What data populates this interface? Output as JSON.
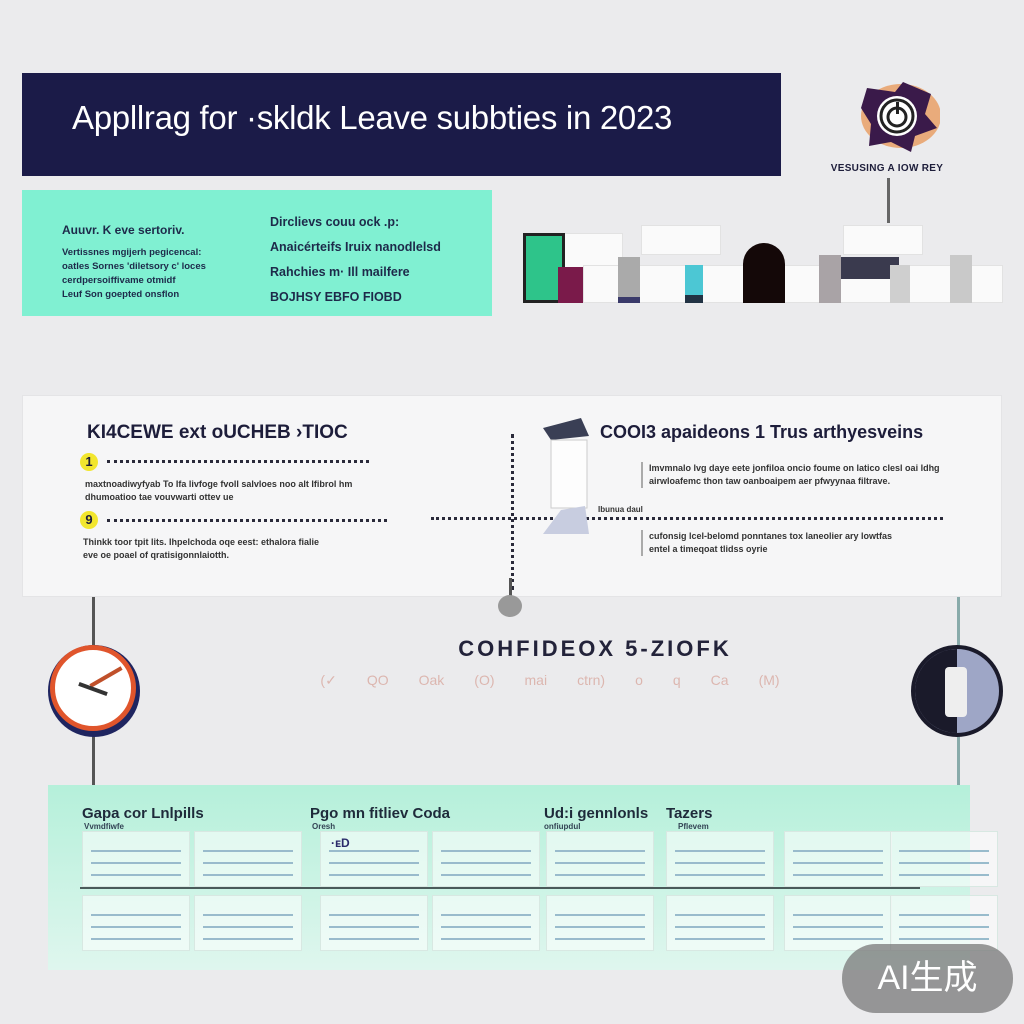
{
  "header": {
    "title": "Appllrag for ·skldk Leave subbties in 2023"
  },
  "logo": {
    "caption": "VESUSING A IOW REY",
    "colors": {
      "primary": "#3a1a4a",
      "accent": "#e8904a"
    }
  },
  "intro_panel": {
    "left_heading": "Auuvr. K eve sertoriv.",
    "left_lines": [
      "Vertissnes mgijerh pegicencal:",
      "oatles Sornes 'diletsory c' loces",
      "cerdpersoiffivame otmidf",
      "Leuf Son goepted onsflon"
    ],
    "right_lines": [
      "Dirclievs couu ock .p:",
      "Anaicérteifs Iruix nanodlelsd",
      "Rahchies m· Ill mailfere",
      "BOJHSY EBFO FIOBD"
    ]
  },
  "left_section": {
    "title": "KI4CEWE ext oUCHEB ›TIOC",
    "steps": [
      {
        "number": "1",
        "text": [
          "maxtnoadiwyfyab To Ifa livfoge fvoll salvloes noo alt Ifibrol hm",
          "dhumoatioo tae vouvwarti ottev ue"
        ]
      },
      {
        "number": "9",
        "text": [
          "Thinkk toor tpit lits. Ihpelchoda oqe eest: ethalora fialie",
          "eve oe poael of qratisigonnlaiotth."
        ]
      }
    ]
  },
  "right_section": {
    "title": "COOI3 apaideons 1 Trus arthyesveins",
    "para1": [
      "Imvmnalo lvg daye eete jonfiloa oncio foume on latico clesl oai ldhg",
      "airwloafemc thon taw oanboaipem aer pfwyynaa filtrave."
    ],
    "label": "Ibunua daul",
    "para2": [
      "cufonsig lcel-belomd ponntanes tox laneolier ary lowtfas",
      "entel a timeqoat tlidss oyrie"
    ]
  },
  "center": {
    "title": "COHFIDEOX 5-ZIOFK",
    "faint_items": [
      "(✓",
      "QO",
      "Oak",
      "(O)",
      "mai",
      "ctrn)",
      "o",
      "q",
      "Ca",
      "(M)"
    ]
  },
  "bottom_panel": {
    "headings": [
      {
        "title": "Gapa cor Lnlpills",
        "sub": "Vvmdfiwfe"
      },
      {
        "title": "Pgo mn fitliev Coda",
        "sub": "Oresh"
      },
      {
        "title": "Ud:i gennlonls",
        "sub": "onfiupdul"
      },
      {
        "title": "Tazers",
        "sub": "Pflevem"
      }
    ],
    "card_labels": [
      "",
      "",
      "·ᴇD",
      "",
      "",
      "",
      "",
      "",
      "",
      "",
      "",
      "",
      "",
      "",
      "",
      ""
    ]
  },
  "watermark": {
    "text": "AI生成"
  },
  "colors": {
    "navy": "#1b1b48",
    "mint": "#80f0d2",
    "yellow": "#f2e62e",
    "background": "#ebebed"
  }
}
